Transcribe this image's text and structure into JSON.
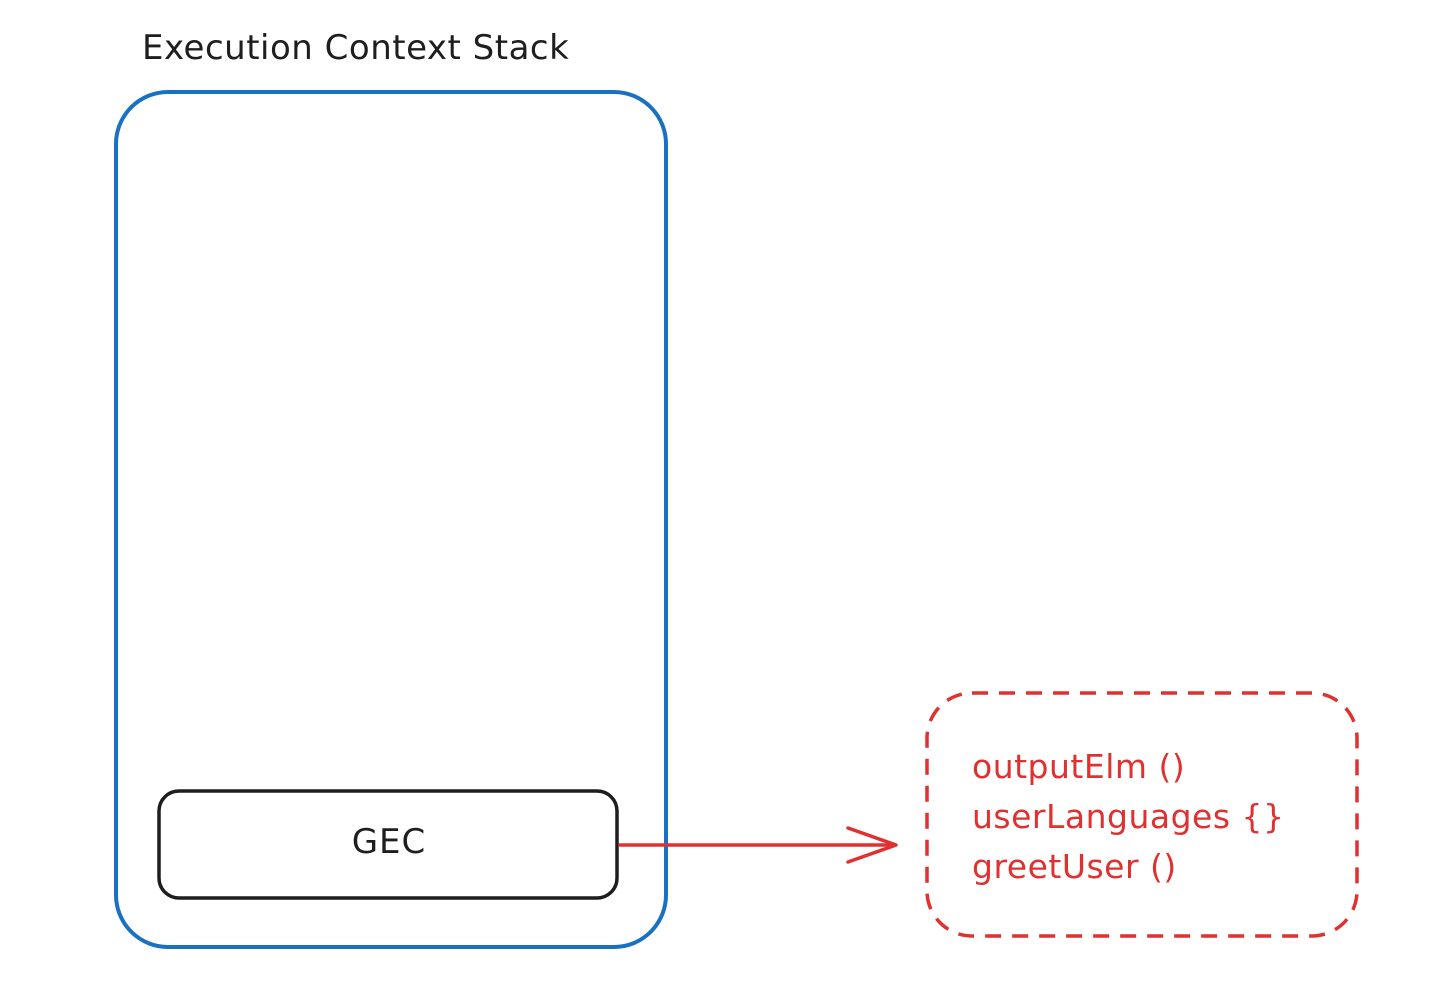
{
  "diagram": {
    "title": "Execution Context Stack",
    "stack_items": [
      {
        "label": "GEC"
      }
    ],
    "memory_items": [
      {
        "text": "outputElm ()"
      },
      {
        "text": "userLanguages {}"
      },
      {
        "text": "greetUser ()"
      }
    ],
    "colors": {
      "stack_border": "#1971c2",
      "item_border": "#1e1e1e",
      "arrow": "#e03131",
      "memory_border": "#e03131",
      "memory_text": "#e03131",
      "text": "#1e1e1e"
    }
  }
}
